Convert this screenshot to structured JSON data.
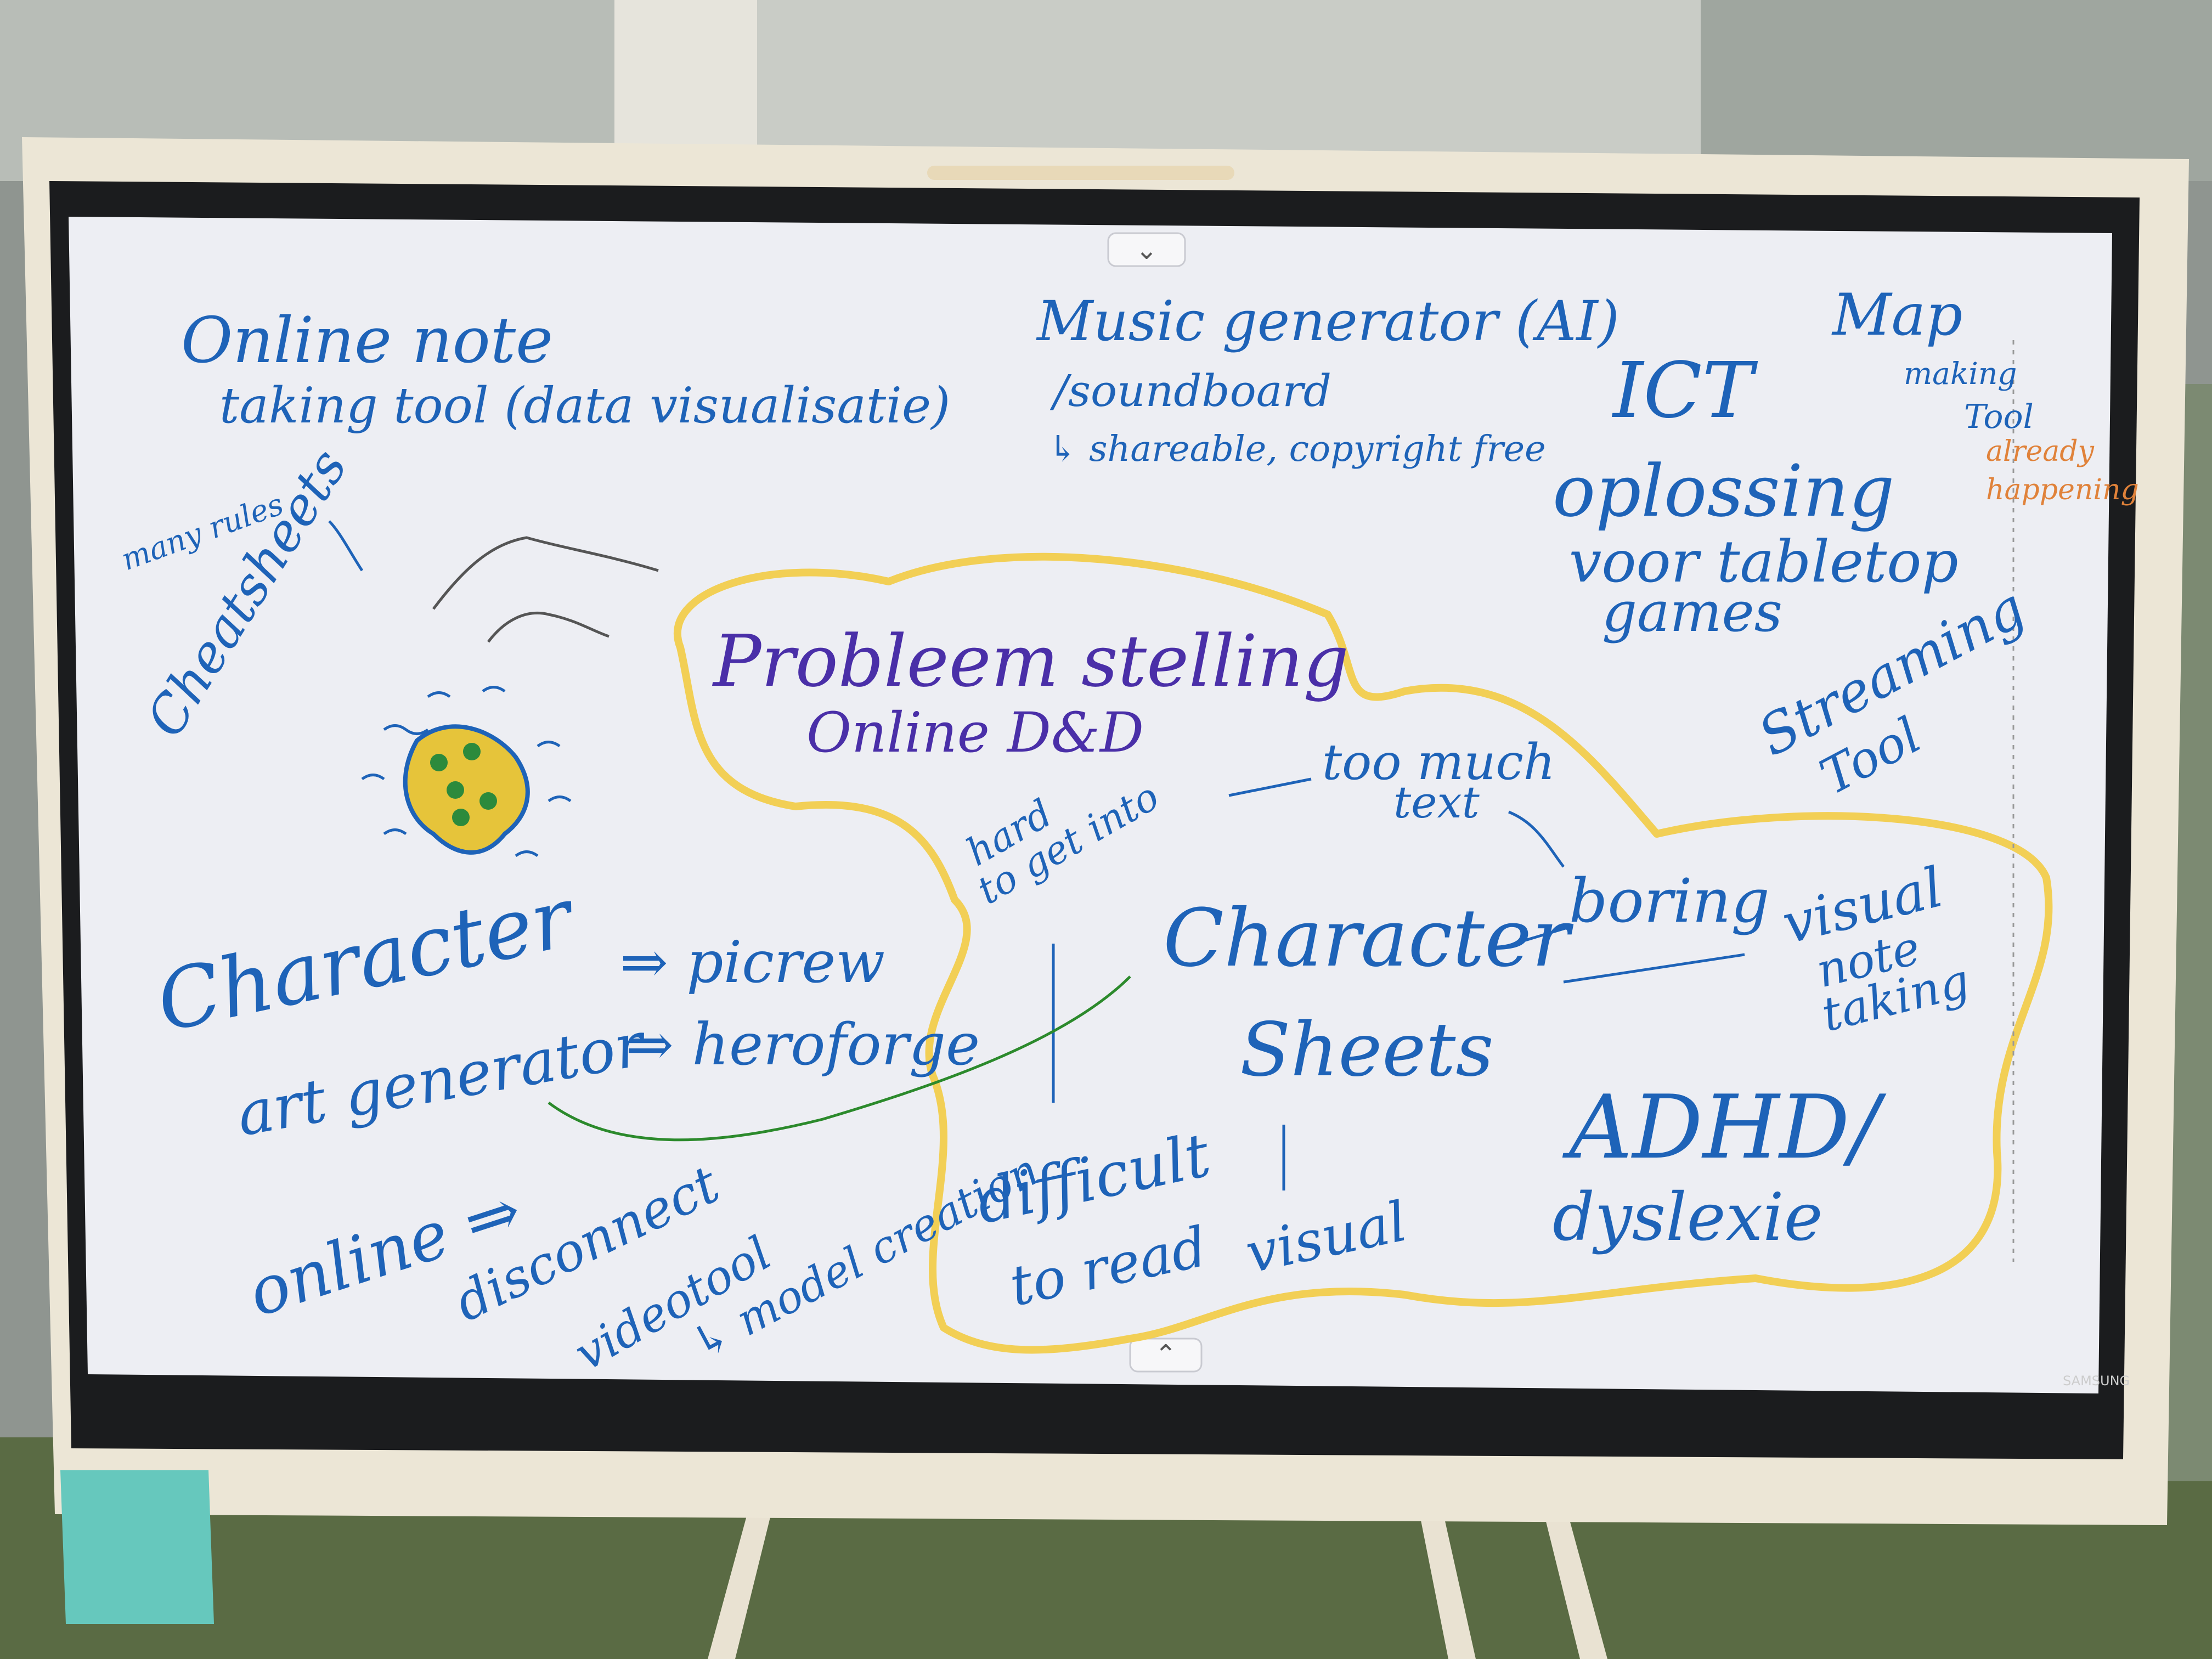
{
  "board": {
    "brand": "SAMSUNG",
    "chevron_top": "⌄",
    "chevron_bottom": "⌃"
  },
  "notes": {
    "online_note": "Online note",
    "online_note_2": "taking tool (data visualisatie)",
    "music_1": "Music generator (AI)",
    "music_2": "/soundboard",
    "music_3": "↳ shareable, copyright free",
    "map_1": "Map",
    "map_2": "making",
    "map_3": "Tool",
    "already_1": "already",
    "already_2": "happening",
    "ict_1": "ICT",
    "ict_2": "oplossing",
    "ict_3": "voor tabletop",
    "ict_4": "games",
    "streaming_1": "Streaming",
    "streaming_2": "Tool",
    "many_rules": "many rules",
    "cheatsheets": "Cheatsheets",
    "problem_1": "Probleem stelling",
    "problem_2": "Online D&D",
    "hard_1": "hard",
    "hard_2": "to get into",
    "too_much_1": "too much",
    "too_much_2": "text",
    "character_sheets_1": "Character",
    "character_sheets_2": "Sheets",
    "boring": "boring",
    "visual_note_1": "visual",
    "visual_note_2": "note",
    "visual_note_3": "taking",
    "adhd": "ADHD/",
    "dyslexie": "dyslexie",
    "difficult_1": "difficult",
    "difficult_2": "to read",
    "visual": "visual",
    "character_art_1": "Character",
    "character_art_2": "art generator",
    "picrew": "⇒ picrew",
    "heroforge": "⇒ heroforge",
    "online": "online ⇒",
    "disconnect": "disconnect",
    "videotool": "videotool",
    "model_creation": "↳ model creation"
  },
  "colors": {
    "marker_blue": "#1e63b8",
    "marker_purple": "#4a2fa8",
    "marker_orange": "#e0823a",
    "highlighter_yellow": "#f2cf55",
    "marker_green": "#2c8a2c"
  }
}
